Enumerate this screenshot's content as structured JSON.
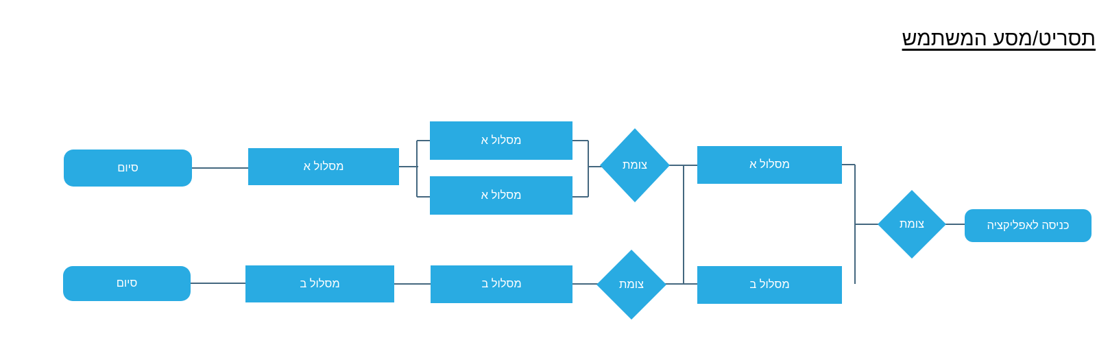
{
  "diagram": {
    "title": "תסריט/מסע המשתמש",
    "language_direction": "rtl",
    "colors": {
      "shape_fill": "#29ABE2",
      "connector_line": "#44677F",
      "shape_text": "#FFFFFF",
      "title_text": "#000000"
    },
    "nodes": {
      "entry": {
        "label": "כניסה לאפליקציה",
        "shape": "rounded-rectangle"
      },
      "junction_right": {
        "label": "צומת",
        "shape": "diamond"
      },
      "route_a_stage3": {
        "label": "מסלול א",
        "shape": "rectangle"
      },
      "route_b_stage3": {
        "label": "מסלול ב",
        "shape": "rectangle"
      },
      "junction_a": {
        "label": "צומת",
        "shape": "diamond"
      },
      "junction_b": {
        "label": "צומת",
        "shape": "diamond"
      },
      "route_a_stage2_top": {
        "label": "מסלול א",
        "shape": "rectangle"
      },
      "route_a_stage2_bottom": {
        "label": "מסלול א",
        "shape": "rectangle"
      },
      "route_b_stage2": {
        "label": "מסלול ב",
        "shape": "rectangle"
      },
      "route_a_stage1": {
        "label": "מסלול א",
        "shape": "rectangle"
      },
      "route_b_stage1": {
        "label": "מסלול ב",
        "shape": "rectangle"
      },
      "end_a": {
        "label": "סיום",
        "shape": "rounded-rectangle"
      },
      "end_b": {
        "label": "סיום",
        "shape": "rounded-rectangle"
      }
    }
  }
}
